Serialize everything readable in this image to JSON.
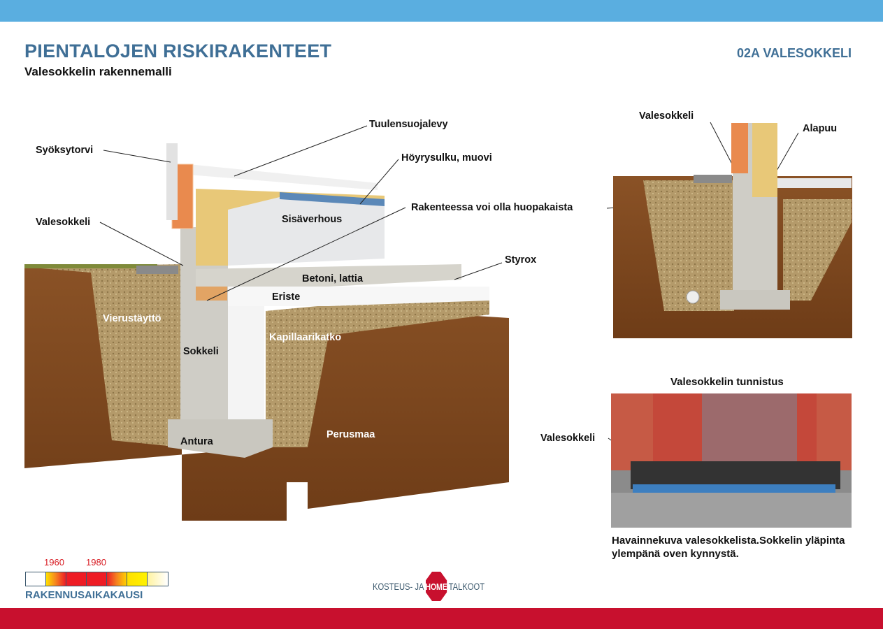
{
  "header": {
    "title": "PIENTALOJEN RISKIRAKENTEET",
    "subtitle": "Valesokkelin rakennemalli",
    "code": "02A VALESOKKELI"
  },
  "main_diagram": {
    "labels": {
      "syoksytorvi": "Syöksytorvi",
      "tuulensuojalevy": "Tuulensuojalevy",
      "hoyrysulku": "Höyrysulku, muovi",
      "valesokkeli": "Valesokkeli",
      "sisaverhous": "Sisäverhous",
      "huopakaista": "Rakenteessa voi olla huopakaista",
      "styrox": "Styrox",
      "betoni": "Betoni, lattia",
      "eriste": "Eriste",
      "vierustaytto": "Vierustäyttö",
      "sokkeli": "Sokkeli",
      "kapillaarikatko": "Kapillaarikatko",
      "perusmaa": "Perusmaa",
      "antura": "Antura"
    }
  },
  "detail_diagram": {
    "labels": {
      "valesokkeli": "Valesokkeli",
      "alapuu": "Alapuu"
    }
  },
  "photo": {
    "title": "Valesokkelin tunnistus",
    "label": "Valesokkeli",
    "caption": "Havainnekuva valesokkelista.Sokkelin yläpinta ylempänä oven kynnystä."
  },
  "timeline": {
    "years": [
      "1960",
      "1980"
    ],
    "label": "RAKENNUSAIKAKAUSI"
  },
  "logo": {
    "left": "KOSTEUS- JA",
    "center": "HOME",
    "right": "TALKOOT"
  },
  "colors": {
    "accent": "#3f6f96",
    "topbar": "#5aaee0",
    "bottombar": "#c8102e"
  }
}
